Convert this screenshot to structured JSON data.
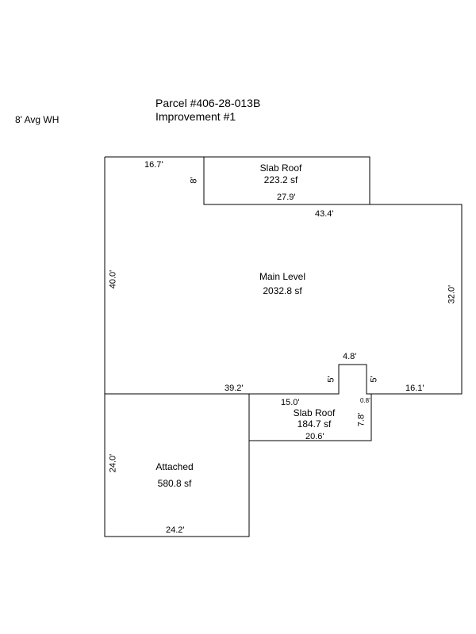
{
  "header": {
    "parcel": "Parcel #406-28-013B",
    "improvement": "Improvement #1",
    "wall_height_note": "8' Avg WH"
  },
  "areas": {
    "slab_roof_top": {
      "name": "Slab Roof",
      "area": "223.2 sf"
    },
    "main_level": {
      "name": "Main Level",
      "area": "2032.8 sf"
    },
    "slab_roof_bottom": {
      "name": "Slab Roof",
      "area": "184.7 sf"
    },
    "attached": {
      "name": "Attached",
      "area": "580.8 sf"
    }
  },
  "dimensions": {
    "top_left": "16.7'",
    "slab_top_side": "8'",
    "slab_top_bottom": "27.9'",
    "main_top_right": "43.4'",
    "main_left": "40.0'",
    "main_right": "32.0'",
    "notch_top": "4.8'",
    "notch_left": "5'",
    "notch_right": "5'",
    "main_bottom_right": "16.1'",
    "main_bottom_left": "39.2'",
    "slab_bottom_top": "15.0'",
    "slab_bottom_small": "0.8'",
    "slab_bottom_side": "7.8'",
    "slab_bottom_bottom": "20.6'",
    "attached_left": "24.0'",
    "attached_bottom": "24.2'"
  }
}
